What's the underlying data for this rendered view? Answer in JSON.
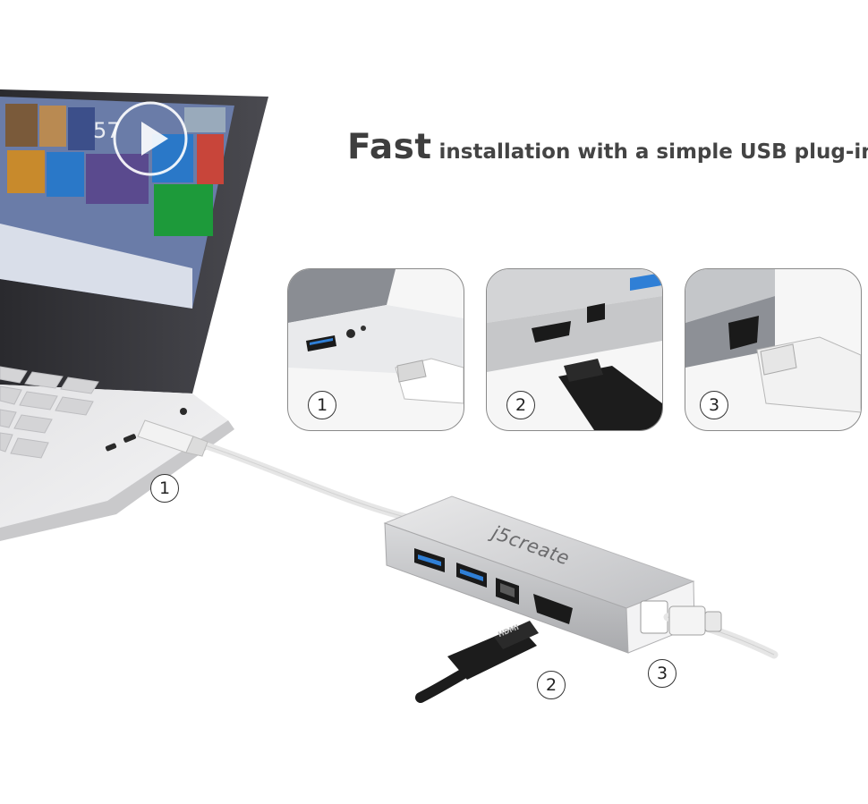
{
  "headline": {
    "big": "Fast",
    "rest": "installation with a simple USB plug-in"
  },
  "brand": {
    "logo_text": "j5create"
  },
  "screen": {
    "clock": "57"
  },
  "steps": [
    {
      "number": "1",
      "connector": "USB"
    },
    {
      "number": "2",
      "connector": "HDMI"
    },
    {
      "number": "3",
      "connector": "VGA"
    }
  ],
  "callouts": {
    "usb": "1",
    "hdmi": "2",
    "vga": "3"
  },
  "cable_print": {
    "hdmi": "HDMI"
  },
  "colors": {
    "headline": "#3e3e3e",
    "usb_port_blue": "#2f7fd6",
    "tile_green": "#1d9a3a",
    "tile_blue": "#2a78c8",
    "tile_red": "#c8453a",
    "tile_purple": "#6b3fa0"
  }
}
